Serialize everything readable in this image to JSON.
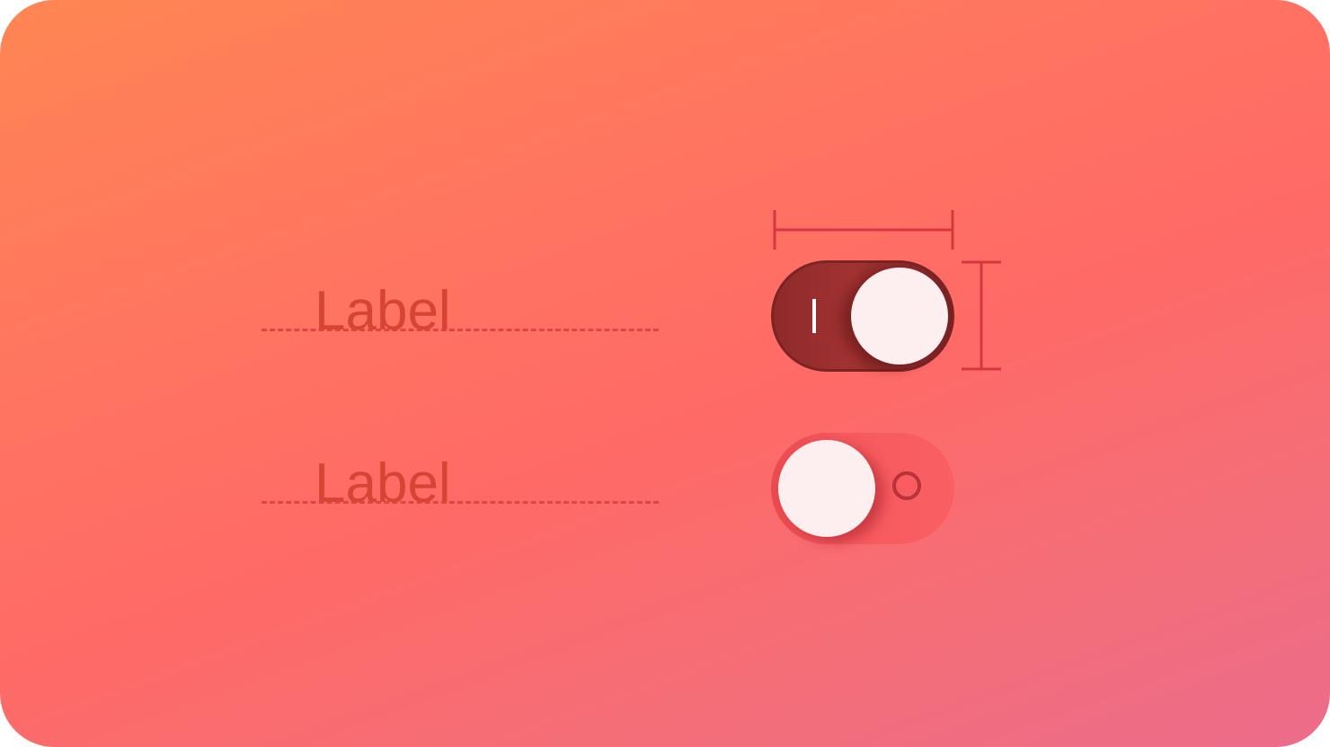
{
  "rows": [
    {
      "label": "Label",
      "toggle_state": "on"
    },
    {
      "label": "Label",
      "toggle_state": "off"
    }
  ],
  "colors": {
    "label_text": "#d84434",
    "baseline": "#e04444",
    "measure_lines": "#d8363e",
    "toggle_on_track": "#8e2a2a",
    "toggle_off_track": "#f65a5e",
    "knob": "#fdeef0"
  },
  "icons": {
    "on_indicator": "vertical-bar-icon",
    "off_indicator": "ring-icon"
  }
}
